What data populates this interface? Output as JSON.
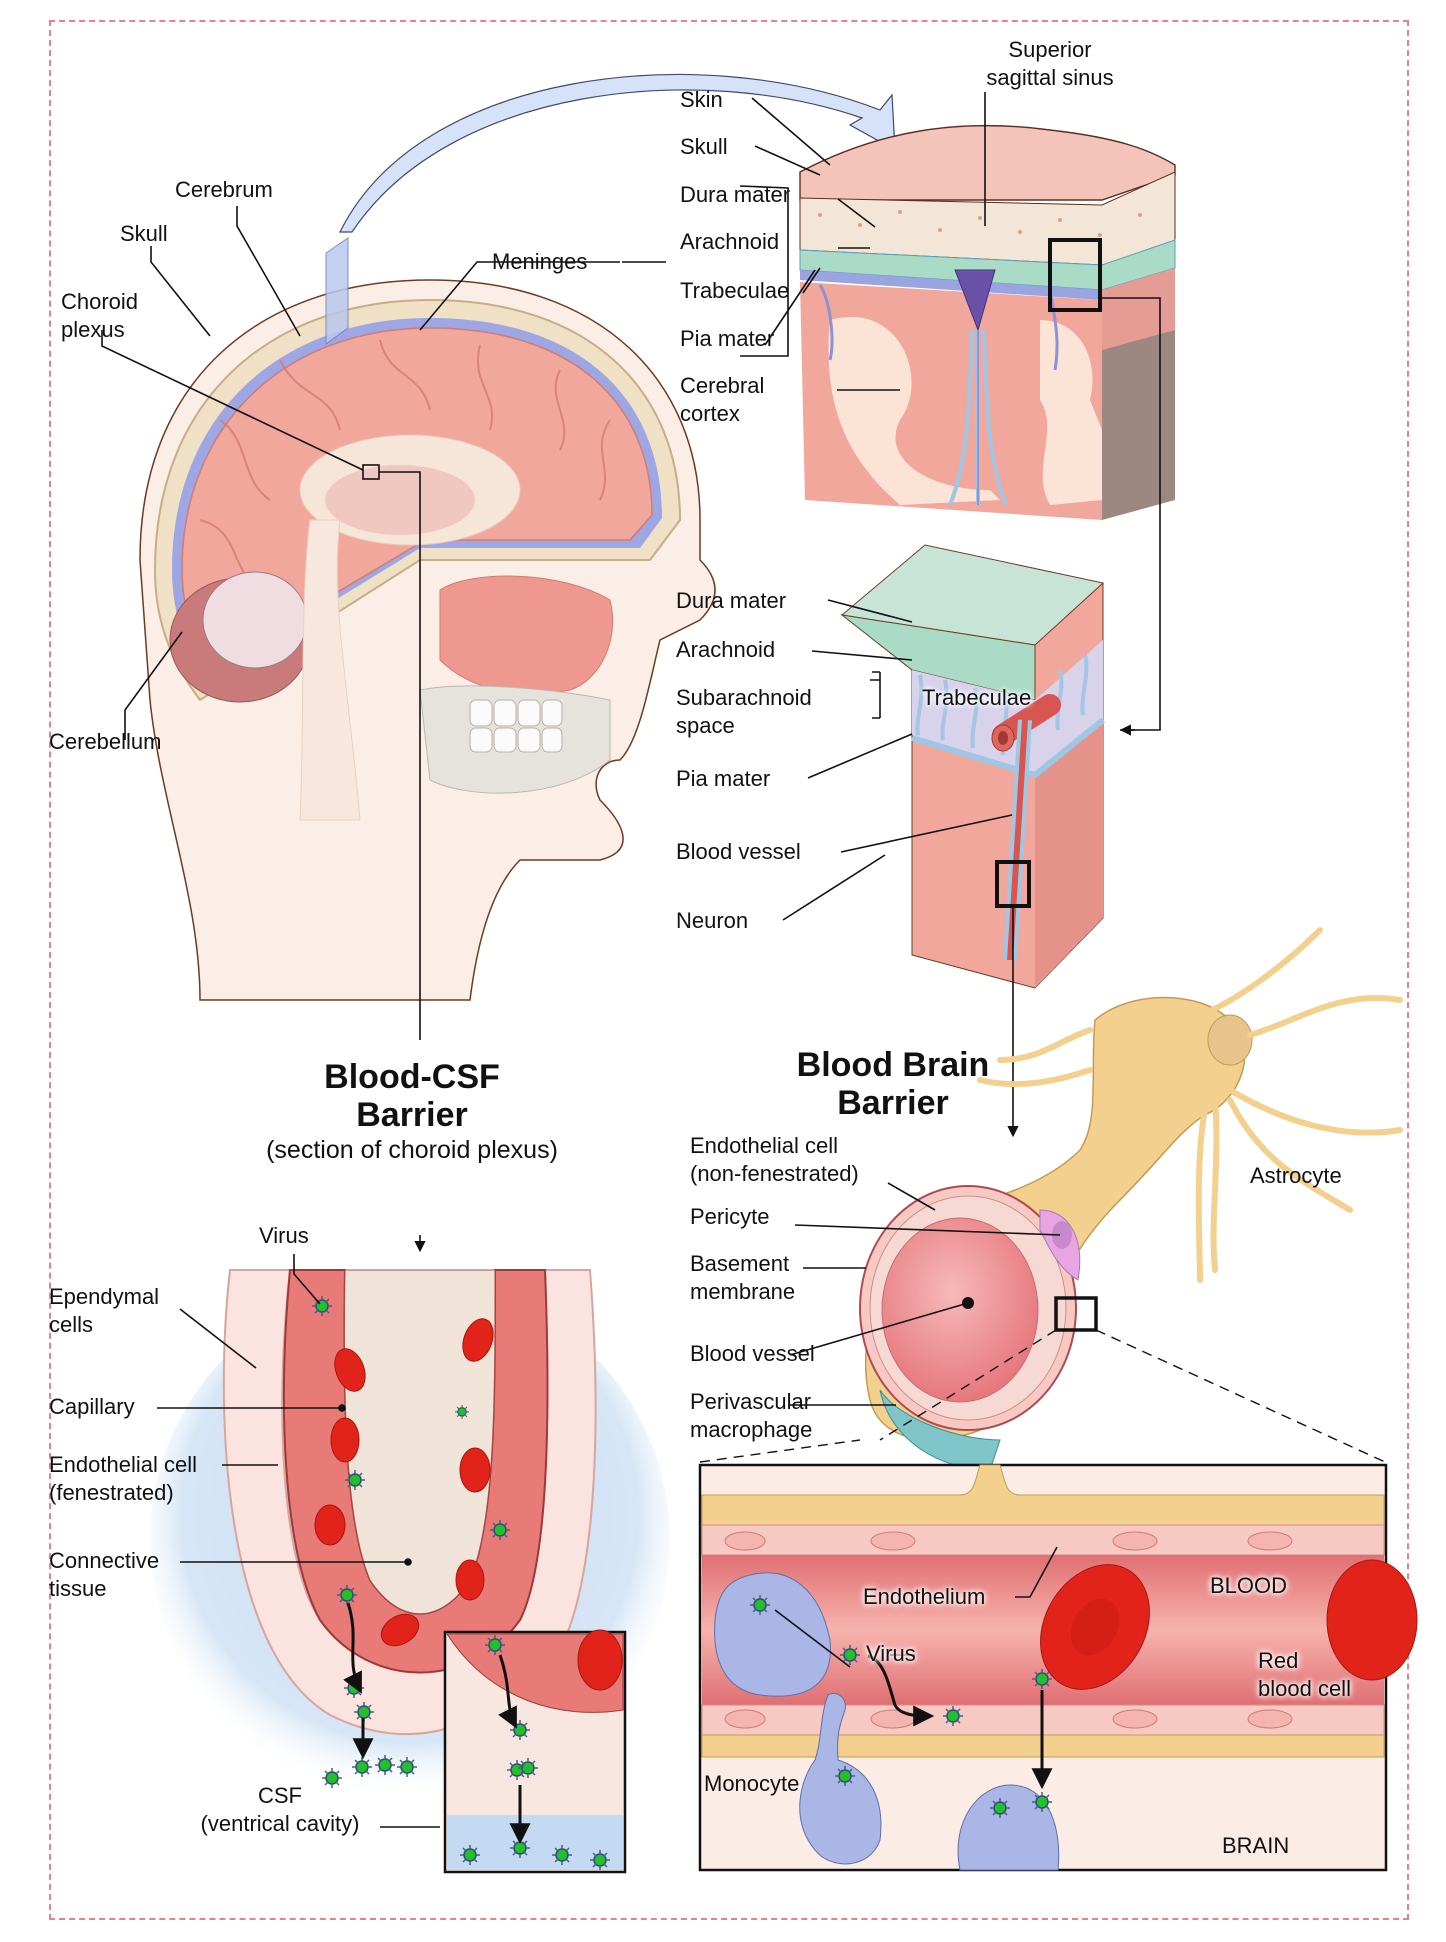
{
  "figure": {
    "head": {
      "labels": {
        "cerebrum": "Cerebrum",
        "skull": "Skull",
        "choroid_plexus": "Choroid\nplexus",
        "meninges": "Meninges",
        "cerebellum": "Cerebellum"
      }
    },
    "meninges_block": {
      "labels": {
        "superior_sagittal_sinus": "Superior\nsagittal sinus",
        "skin": "Skin",
        "skull": "Skull",
        "dura_mater": "Dura mater",
        "arachnoid": "Arachnoid",
        "trabeculae": "Trabeculae",
        "pia_mater": "Pia mater",
        "cerebral_cortex": "Cerebral\ncortex"
      }
    },
    "subarachnoid_block": {
      "labels": {
        "dura_mater": "Dura mater",
        "arachnoid": "Arachnoid",
        "subarachnoid_space": "Subarachnoid\nspace",
        "trabeculae": "Trabeculae",
        "pia_mater": "Pia mater",
        "blood_vessel": "Blood vessel",
        "neuron": "Neuron"
      }
    },
    "blood_csf_barrier": {
      "title_line1": "Blood-CSF",
      "title_line2": "Barrier",
      "subtitle": "(section of choroid plexus)",
      "labels": {
        "virus": "Virus",
        "ependymal_cells": "Ependymal\ncells",
        "capillary": "Capillary",
        "endothelial_cell": "Endothelial cell\n(fenestrated)",
        "connective_tissue": "Connective\ntissue",
        "csf": "CSF\n(ventrical cavity)"
      }
    },
    "blood_brain_barrier": {
      "title_line1": "Blood Brain",
      "title_line2": "Barrier",
      "labels": {
        "endothelial_cell": "Endothelial cell\n(non-fenestrated)",
        "pericyte": "Pericyte",
        "basement_membrane": "Basement\nmembrane",
        "blood_vessel": "Blood vessel",
        "perivascular_macrophage": "Perivascular\nmacrophage",
        "astrocyte": "Astrocyte"
      },
      "detail": {
        "endothelium": "Endothelium",
        "blood": "BLOOD",
        "virus": "Virus",
        "red_blood_cell": "Red\nblood cell",
        "monocyte": "Monocyte",
        "brain": "BRAIN"
      }
    }
  },
  "colors": {
    "border": "#e9808c",
    "brain_pink": "#f2a79d",
    "meninges_blue": "#9aa4e0",
    "bone": "#efe3cf",
    "rbc_red": "#e2231a",
    "virus_green": "#22c02a",
    "astrocyte": "#f3d08e",
    "monocyte": "#a9b6e6",
    "csf_blue": "#c3daf2"
  }
}
